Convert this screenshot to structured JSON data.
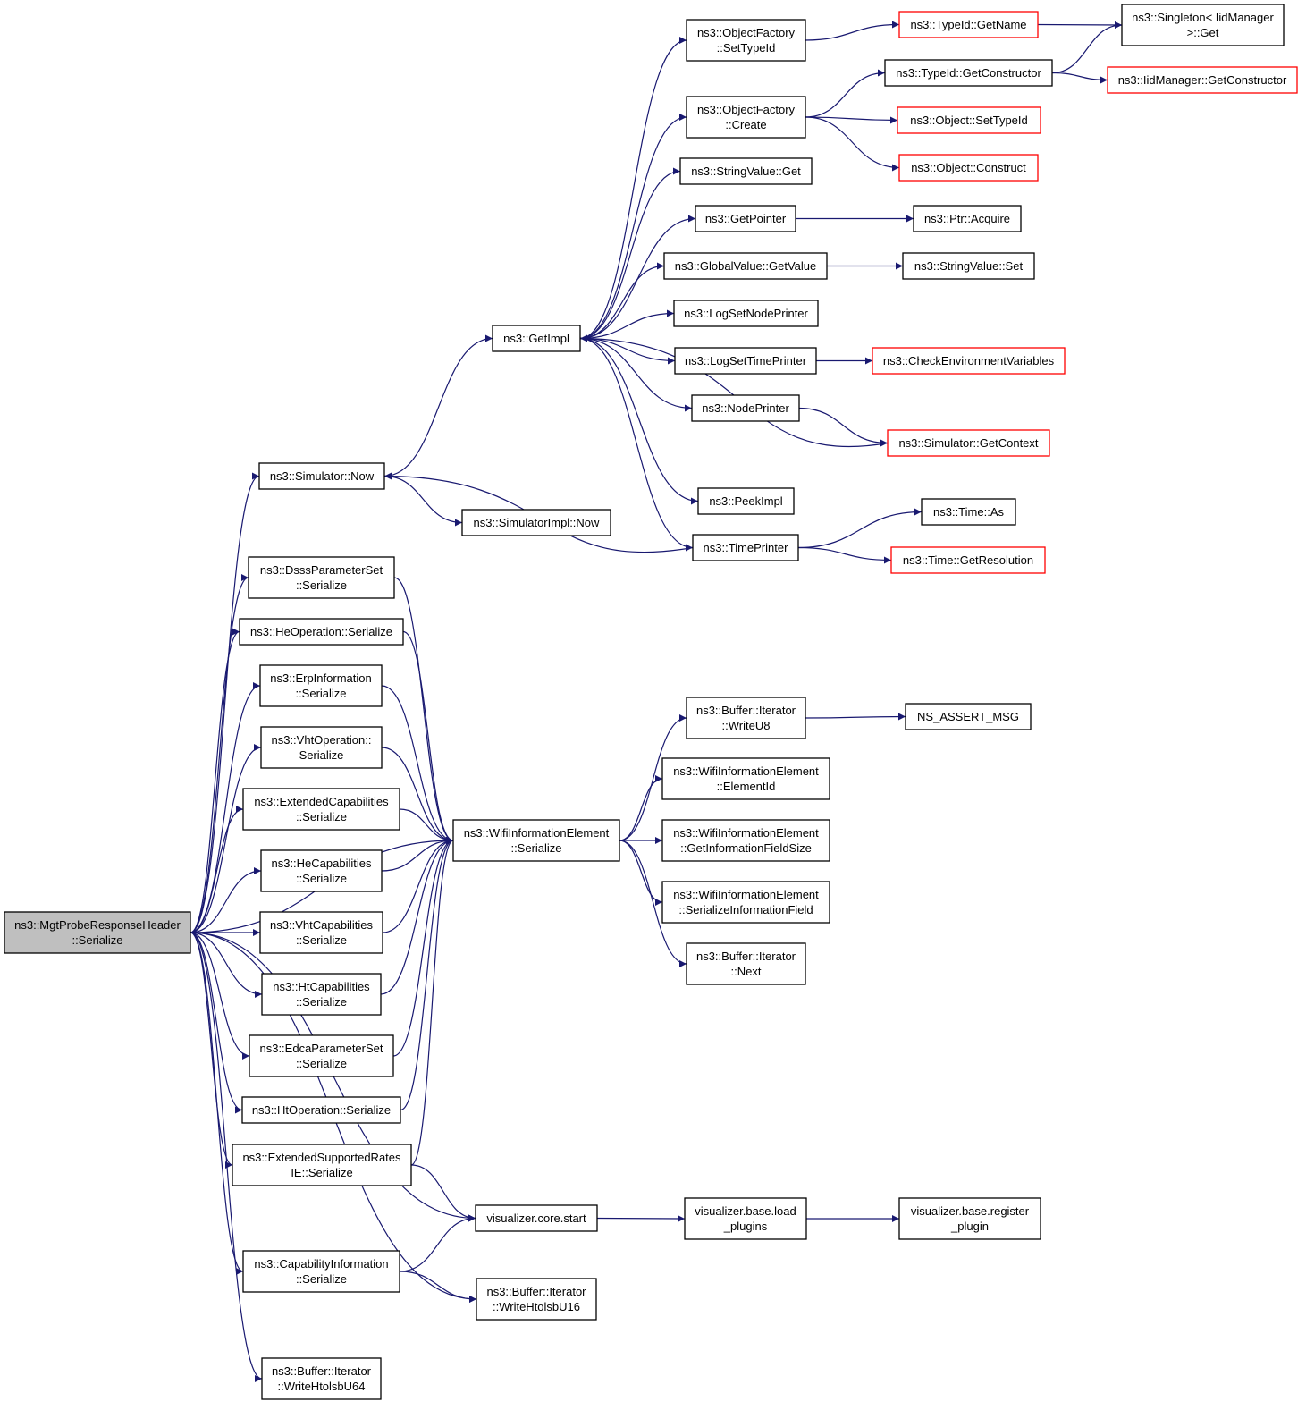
{
  "graph": {
    "type": "call-graph",
    "colors": {
      "edge": "#191970",
      "root_fill": "#bfbfbf",
      "node_border": "#000000",
      "truncated_border": "#ff0000"
    },
    "nodes": [
      {
        "id": "root",
        "lines": [
          "ns3::MgtProbeResponseHeader",
          "::Serialize"
        ],
        "style": "root"
      },
      {
        "id": "simnow",
        "lines": [
          "ns3::Simulator::Now"
        ]
      },
      {
        "id": "dsss",
        "lines": [
          "ns3::DsssParameterSet",
          "::Serialize"
        ]
      },
      {
        "id": "heop",
        "lines": [
          "ns3::HeOperation::Serialize"
        ]
      },
      {
        "id": "erp",
        "lines": [
          "ns3::ErpInformation",
          "::Serialize"
        ]
      },
      {
        "id": "vhtop",
        "lines": [
          "ns3::VhtOperation::",
          "Serialize"
        ]
      },
      {
        "id": "extcap",
        "lines": [
          "ns3::ExtendedCapabilities",
          "::Serialize"
        ]
      },
      {
        "id": "hecap",
        "lines": [
          "ns3::HeCapabilities",
          "::Serialize"
        ]
      },
      {
        "id": "vhtcap",
        "lines": [
          "ns3::VhtCapabilities",
          "::Serialize"
        ]
      },
      {
        "id": "htcap",
        "lines": [
          "ns3::HtCapabilities",
          "::Serialize"
        ]
      },
      {
        "id": "edca",
        "lines": [
          "ns3::EdcaParameterSet",
          "::Serialize"
        ]
      },
      {
        "id": "htop",
        "lines": [
          "ns3::HtOperation::Serialize"
        ]
      },
      {
        "id": "extsup",
        "lines": [
          "ns3::ExtendedSupportedRates",
          "IE::Serialize"
        ]
      },
      {
        "id": "capinfo",
        "lines": [
          "ns3::CapabilityInformation",
          "::Serialize"
        ]
      },
      {
        "id": "w64",
        "lines": [
          "ns3::Buffer::Iterator",
          "::WriteHtolsbU64"
        ]
      },
      {
        "id": "getimpl",
        "lines": [
          "ns3::GetImpl"
        ]
      },
      {
        "id": "simimplnow",
        "lines": [
          "ns3::SimulatorImpl::Now"
        ]
      },
      {
        "id": "wifiser",
        "lines": [
          "ns3::WifiInformationElement",
          "::Serialize"
        ]
      },
      {
        "id": "vizstart",
        "lines": [
          "visualizer.core.start"
        ]
      },
      {
        "id": "w16",
        "lines": [
          "ns3::Buffer::Iterator",
          "::WriteHtolsbU16"
        ]
      },
      {
        "id": "ofsettype",
        "lines": [
          "ns3::ObjectFactory",
          "::SetTypeId"
        ]
      },
      {
        "id": "ofcreate",
        "lines": [
          "ns3::ObjectFactory",
          "::Create"
        ]
      },
      {
        "id": "strget",
        "lines": [
          "ns3::StringValue::Get"
        ]
      },
      {
        "id": "getptr",
        "lines": [
          "ns3::GetPointer"
        ]
      },
      {
        "id": "gvget",
        "lines": [
          "ns3::GlobalValue::GetValue"
        ]
      },
      {
        "id": "lognode",
        "lines": [
          "ns3::LogSetNodePrinter"
        ]
      },
      {
        "id": "logtime",
        "lines": [
          "ns3::LogSetTimePrinter"
        ]
      },
      {
        "id": "nodeprinter",
        "lines": [
          "ns3::NodePrinter"
        ]
      },
      {
        "id": "peekimpl",
        "lines": [
          "ns3::PeekImpl"
        ]
      },
      {
        "id": "timeprinter",
        "lines": [
          "ns3::TimePrinter"
        ]
      },
      {
        "id": "writeu8",
        "lines": [
          "ns3::Buffer::Iterator",
          "::WriteU8"
        ]
      },
      {
        "id": "elemid",
        "lines": [
          "ns3::WifiInformationElement",
          "::ElementId"
        ]
      },
      {
        "id": "getinfo",
        "lines": [
          "ns3::WifiInformationElement",
          "::GetInformationFieldSize"
        ]
      },
      {
        "id": "serinfo",
        "lines": [
          "ns3::WifiInformationElement",
          "::SerializeInformationField"
        ]
      },
      {
        "id": "bufnext",
        "lines": [
          "ns3::Buffer::Iterator",
          "::Next"
        ]
      },
      {
        "id": "loadplug",
        "lines": [
          "visualizer.base.load",
          "_plugins"
        ]
      },
      {
        "id": "tidname",
        "lines": [
          "ns3::TypeId::GetName"
        ],
        "style": "trunc"
      },
      {
        "id": "tidctor",
        "lines": [
          "ns3::TypeId::GetConstructor"
        ]
      },
      {
        "id": "objset",
        "lines": [
          "ns3::Object::SetTypeId"
        ],
        "style": "trunc"
      },
      {
        "id": "objcon",
        "lines": [
          "ns3::Object::Construct"
        ],
        "style": "trunc"
      },
      {
        "id": "ptracq",
        "lines": [
          "ns3::Ptr::Acquire"
        ]
      },
      {
        "id": "strset",
        "lines": [
          "ns3::StringValue::Set"
        ]
      },
      {
        "id": "checkenv",
        "lines": [
          "ns3::CheckEnvironmentVariables"
        ],
        "style": "trunc"
      },
      {
        "id": "simctx",
        "lines": [
          "ns3::Simulator::GetContext"
        ],
        "style": "trunc"
      },
      {
        "id": "timeas",
        "lines": [
          "ns3::Time::As"
        ]
      },
      {
        "id": "timeres",
        "lines": [
          "ns3::Time::GetResolution"
        ],
        "style": "trunc"
      },
      {
        "id": "assert",
        "lines": [
          "NS_ASSERT_MSG"
        ]
      },
      {
        "id": "regplug",
        "lines": [
          "visualizer.base.register",
          "_plugin"
        ]
      },
      {
        "id": "singleton",
        "lines": [
          "ns3::Singleton< IidManager",
          ">::Get"
        ]
      },
      {
        "id": "iidctor",
        "lines": [
          "ns3::IidManager::GetConstructor"
        ],
        "style": "trunc"
      }
    ],
    "edges": [
      [
        "root",
        "simnow"
      ],
      [
        "root",
        "wifiser"
      ],
      [
        "root",
        "dsss"
      ],
      [
        "root",
        "heop"
      ],
      [
        "root",
        "erp"
      ],
      [
        "root",
        "vhtop"
      ],
      [
        "root",
        "extcap"
      ],
      [
        "root",
        "hecap"
      ],
      [
        "root",
        "vhtcap"
      ],
      [
        "root",
        "htcap"
      ],
      [
        "root",
        "edca"
      ],
      [
        "root",
        "htop"
      ],
      [
        "root",
        "extsup"
      ],
      [
        "root",
        "vizstart"
      ],
      [
        "root",
        "capinfo"
      ],
      [
        "root",
        "w16"
      ],
      [
        "root",
        "w64"
      ],
      [
        "simnow",
        "getimpl"
      ],
      [
        "simnow",
        "simimplnow"
      ],
      [
        "dsss",
        "wifiser"
      ],
      [
        "heop",
        "wifiser"
      ],
      [
        "erp",
        "wifiser"
      ],
      [
        "vhtop",
        "wifiser"
      ],
      [
        "extcap",
        "wifiser"
      ],
      [
        "hecap",
        "wifiser"
      ],
      [
        "vhtcap",
        "wifiser"
      ],
      [
        "htcap",
        "wifiser"
      ],
      [
        "edca",
        "wifiser"
      ],
      [
        "htop",
        "wifiser"
      ],
      [
        "extsup",
        "wifiser"
      ],
      [
        "extsup",
        "vizstart"
      ],
      [
        "capinfo",
        "vizstart"
      ],
      [
        "capinfo",
        "w16"
      ],
      [
        "getimpl",
        "ofsettype"
      ],
      [
        "getimpl",
        "ofcreate"
      ],
      [
        "getimpl",
        "strget"
      ],
      [
        "getimpl",
        "getptr"
      ],
      [
        "getimpl",
        "gvget"
      ],
      [
        "getimpl",
        "lognode"
      ],
      [
        "getimpl",
        "logtime"
      ],
      [
        "getimpl",
        "nodeprinter"
      ],
      [
        "getimpl",
        "peekimpl"
      ],
      [
        "getimpl",
        "timeprinter"
      ],
      [
        "wifiser",
        "writeu8"
      ],
      [
        "wifiser",
        "elemid"
      ],
      [
        "wifiser",
        "getinfo"
      ],
      [
        "wifiser",
        "serinfo"
      ],
      [
        "wifiser",
        "bufnext"
      ],
      [
        "vizstart",
        "loadplug"
      ],
      [
        "ofsettype",
        "tidname"
      ],
      [
        "ofcreate",
        "tidctor"
      ],
      [
        "ofcreate",
        "objset"
      ],
      [
        "ofcreate",
        "objcon"
      ],
      [
        "getptr",
        "ptracq"
      ],
      [
        "gvget",
        "strset"
      ],
      [
        "logtime",
        "checkenv"
      ],
      [
        "nodeprinter",
        "simctx"
      ],
      [
        "simctx",
        "getimpl"
      ],
      [
        "timeprinter",
        "simnow"
      ],
      [
        "timeprinter",
        "timeas"
      ],
      [
        "timeprinter",
        "timeres"
      ],
      [
        "writeu8",
        "assert"
      ],
      [
        "loadplug",
        "regplug"
      ],
      [
        "tidname",
        "singleton"
      ],
      [
        "tidctor",
        "singleton"
      ],
      [
        "tidctor",
        "iidctor"
      ]
    ]
  }
}
